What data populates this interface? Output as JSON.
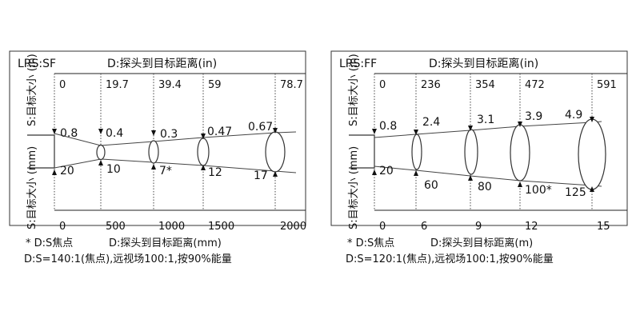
{
  "panels": [
    {
      "id": "sf",
      "model": "LRS:SF",
      "top_axis_title": "D:探头到目标距离(in)",
      "top_ticks": [
        "0",
        "19.7",
        "39.4",
        "59",
        "78.7"
      ],
      "bottom_ticks": [
        "0",
        "500",
        "1000",
        "1500",
        "2000"
      ],
      "left_top_label": "S:目标大小 (in)",
      "left_bottom_label": "S:目标大小 (mm)",
      "upper_values": [
        "0.8",
        "0.4",
        "0.3",
        "0.47",
        "0.67"
      ],
      "lower_values": [
        "20",
        "10",
        "7*",
        "12",
        "17"
      ],
      "footnote_left": "* D:S焦点",
      "bottom_axis_title": "D:探头到目标距离(mm)",
      "spec": "D:S=140:1(焦点),远视场100:1,按90%能量"
    },
    {
      "id": "ff",
      "model": "LRS:FF",
      "top_axis_title": "D:探头到目标距离(in)",
      "top_ticks": [
        "0",
        "236",
        "354",
        "472",
        "591"
      ],
      "bottom_ticks": [
        "0",
        "6",
        "9",
        "12",
        "15"
      ],
      "left_top_label": "S:目标大小 (in)",
      "left_bottom_label": "S:目标大小 (mm)",
      "upper_values": [
        "0.8",
        "2.4",
        "3.1",
        "3.9",
        "4.9"
      ],
      "lower_values": [
        "20",
        "60",
        "80",
        "100*",
        "125"
      ],
      "footnote_left": "* D:S焦点",
      "bottom_axis_title": "D:探头到目标距离(m)",
      "spec": "D:S=120:1(焦点),远视场100:1,按90%能量"
    }
  ]
}
